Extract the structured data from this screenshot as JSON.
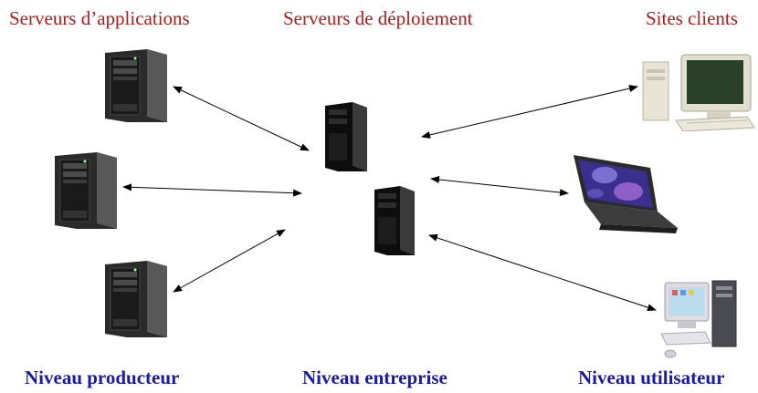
{
  "headers": {
    "application_servers": "Serveurs d’applications",
    "deployment_servers": "Serveurs de déploiement",
    "client_sites": "Sites clients"
  },
  "footers": {
    "producer_level": "Niveau producteur",
    "enterprise_level": "Niveau entreprise",
    "user_level": "Niveau utilisateur"
  },
  "icons": {
    "application_server": "server-tower-icon",
    "deployment_server": "server-tower-dark-icon",
    "client_desktop": "desktop-computer-icon",
    "client_laptop": "laptop-computer-icon",
    "client_workstation": "workstation-computer-icon"
  },
  "colors": {
    "header_text": "#b11a1a",
    "footer_text": "#1a1aa8",
    "arrows": "#000000"
  }
}
